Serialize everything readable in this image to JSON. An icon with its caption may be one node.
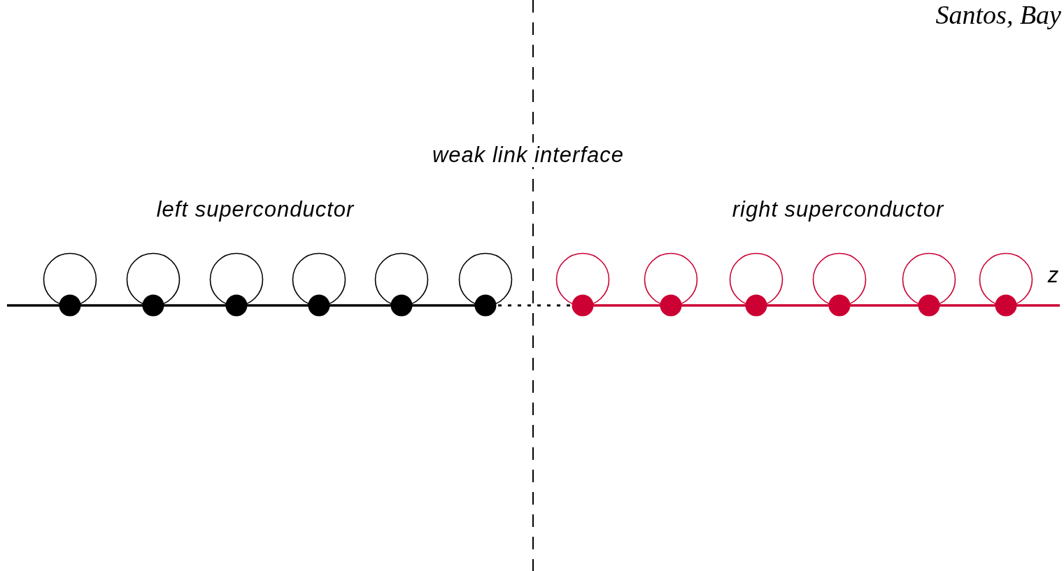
{
  "diagram": {
    "labels": [
      "Santos, Bay",
      "weak link interface",
      "left superconductor",
      "right superconductor",
      "z"
    ]
  }
}
